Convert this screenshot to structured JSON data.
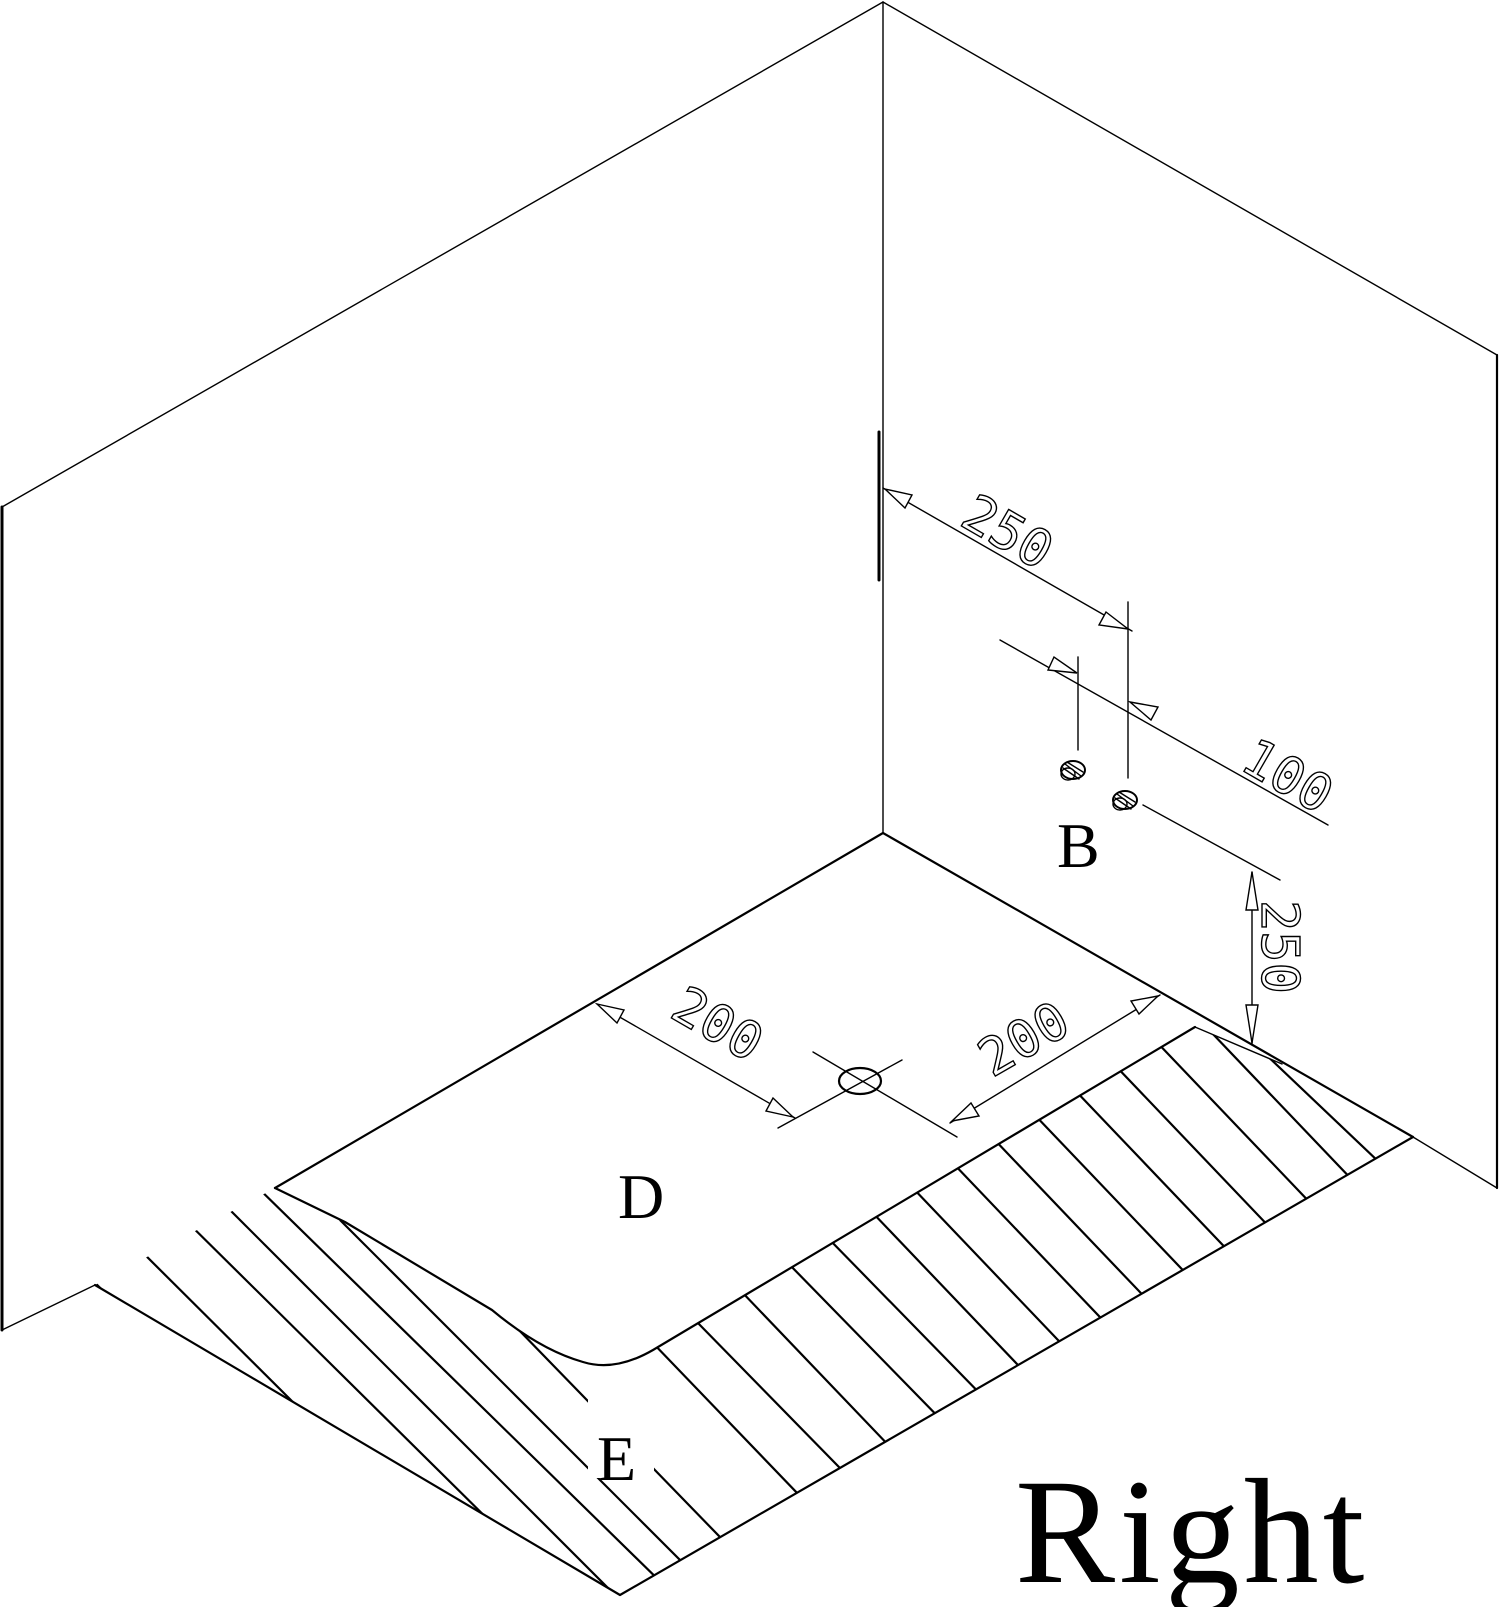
{
  "title": "Right",
  "labels": {
    "b": "B",
    "d": "D",
    "e": "E"
  },
  "dimensions": {
    "wall_to_outlet": "250",
    "outlet_spacing": "100",
    "outlet_height": "250",
    "drain_left": "200",
    "drain_right": "200"
  }
}
